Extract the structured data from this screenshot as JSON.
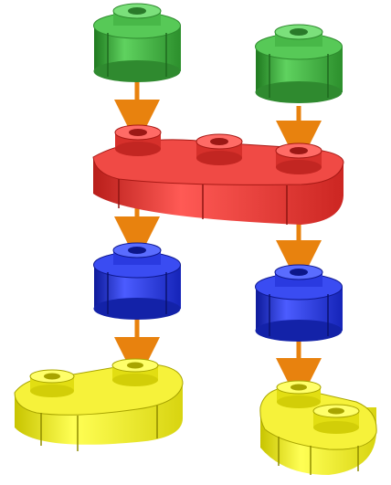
{
  "diagram": {
    "kind": "exploded assembly of toy building blocks",
    "colors": {
      "green": "#3fae3f",
      "red": "#e8302c",
      "blue": "#1f2fd8",
      "yellow": "#f0ec1a",
      "arrow": "#e8820e"
    },
    "parts": [
      {
        "id": "green-left",
        "color": "green",
        "shape": "round-gear-cylinder"
      },
      {
        "id": "green-right",
        "color": "green",
        "shape": "round-gear-cylinder"
      },
      {
        "id": "red-plate",
        "color": "red",
        "shape": "three-stud-plate"
      },
      {
        "id": "blue-left",
        "color": "blue",
        "shape": "round-gear-cylinder"
      },
      {
        "id": "blue-right",
        "color": "blue",
        "shape": "round-gear-cylinder"
      },
      {
        "id": "yellow-left",
        "color": "yellow",
        "shape": "two-stud-plate"
      },
      {
        "id": "yellow-right",
        "color": "yellow",
        "shape": "two-stud-angled-plate"
      }
    ],
    "connections": [
      {
        "from": "green-left",
        "to": "red-plate"
      },
      {
        "from": "green-right",
        "to": "red-plate"
      },
      {
        "from": "red-plate",
        "to": "blue-left"
      },
      {
        "from": "red-plate",
        "to": "blue-right"
      },
      {
        "from": "blue-left",
        "to": "yellow-left"
      },
      {
        "from": "blue-right",
        "to": "yellow-right"
      }
    ]
  }
}
